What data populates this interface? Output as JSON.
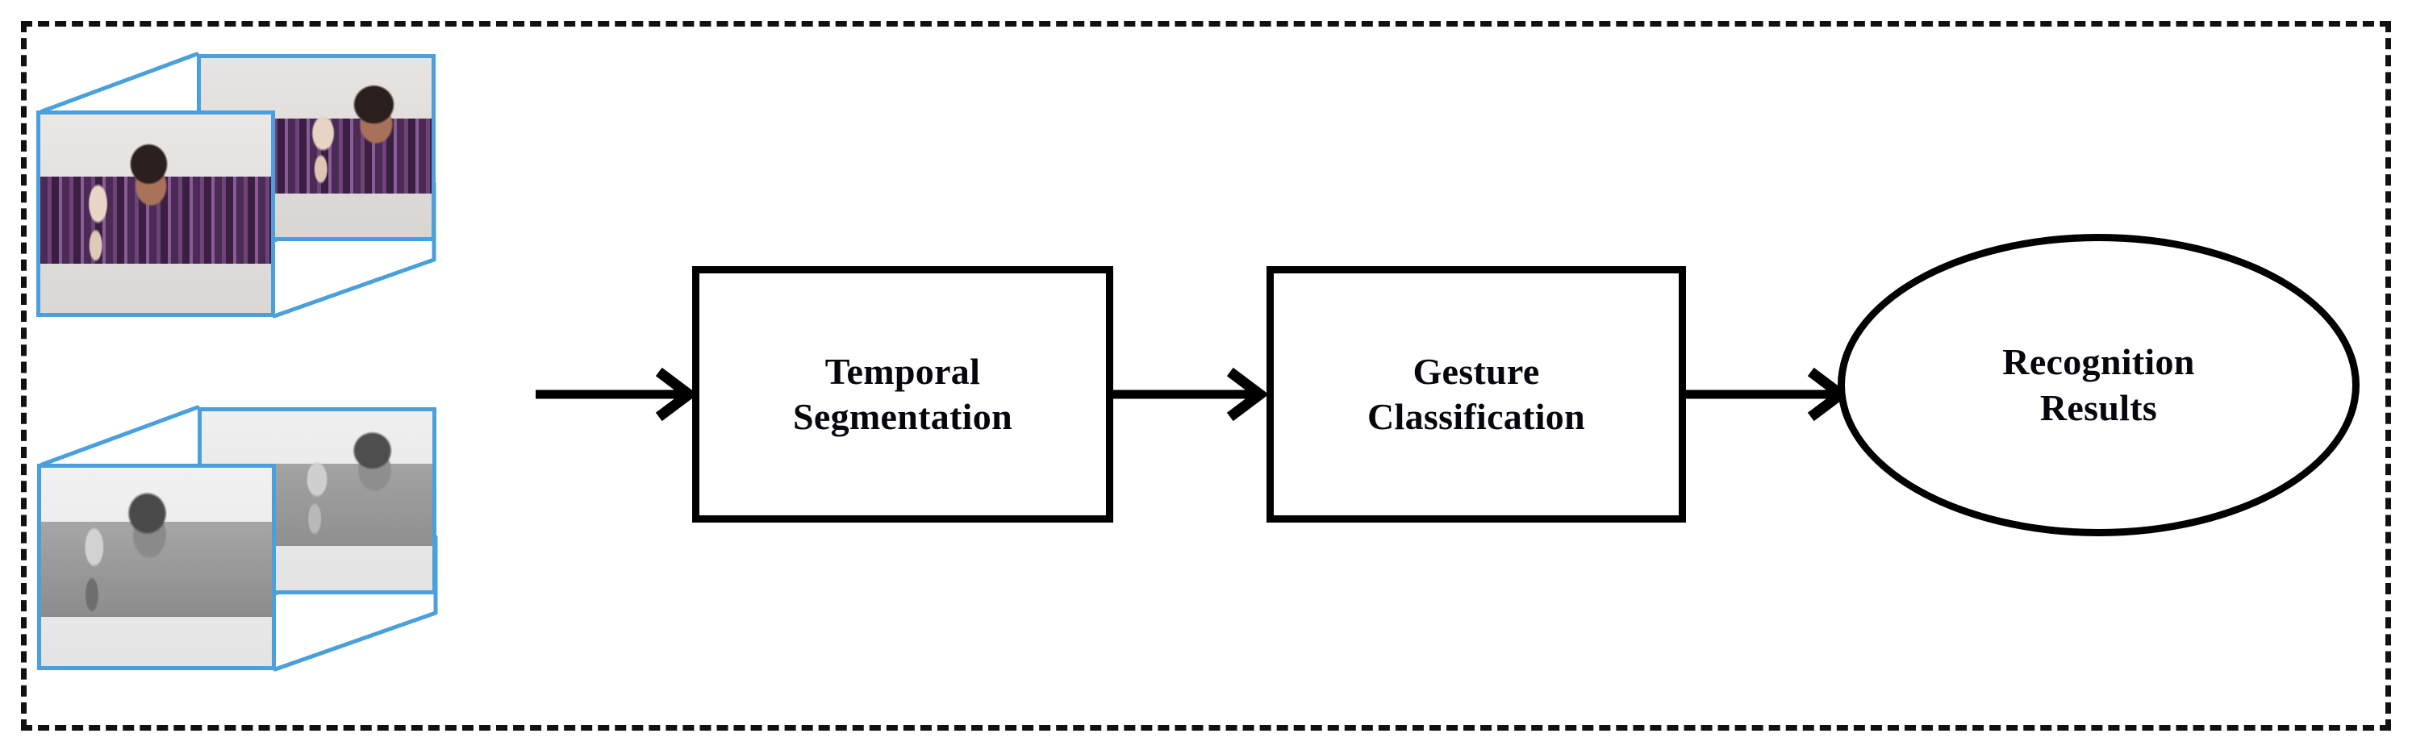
{
  "diagram": {
    "title_text": "",
    "border_style": "dashed",
    "border_color": "#111111",
    "accent_blue": "#4a9fdd",
    "inputs": [
      {
        "id": "rgb-volume",
        "name": "rgb-video-volume",
        "modality": "RGB colour video frames",
        "ellipsis": "...",
        "frames": [
          {
            "name": "rgb-frame-back",
            "gesture": "open palm raised hand"
          },
          {
            "name": "rgb-frame-front",
            "gesture": "two-finger victory sign"
          }
        ]
      },
      {
        "id": "depth-volume",
        "name": "depth-video-volume",
        "modality": "Depth video frames",
        "ellipsis": "...",
        "frames": [
          {
            "name": "depth-frame-back",
            "gesture": "open palm raised hand"
          },
          {
            "name": "depth-frame-front",
            "gesture": "open palm raised hand"
          }
        ]
      }
    ],
    "nodes": [
      {
        "id": "temporal-segmentation",
        "shape": "rectangle",
        "label": "Temporal\nSegmentation"
      },
      {
        "id": "gesture-classification",
        "shape": "rectangle",
        "label": "Gesture\nClassification"
      },
      {
        "id": "recognition-results",
        "shape": "ellipse",
        "label": "Recognition\nResults"
      }
    ],
    "arrows": [
      {
        "id": "arrow-input-to-temporal",
        "from": "inputs",
        "to": "temporal-segmentation"
      },
      {
        "id": "arrow-temporal-to-gesture",
        "from": "temporal-segmentation",
        "to": "gesture-classification"
      },
      {
        "id": "arrow-gesture-to-results",
        "from": "gesture-classification",
        "to": "recognition-results"
      }
    ]
  }
}
